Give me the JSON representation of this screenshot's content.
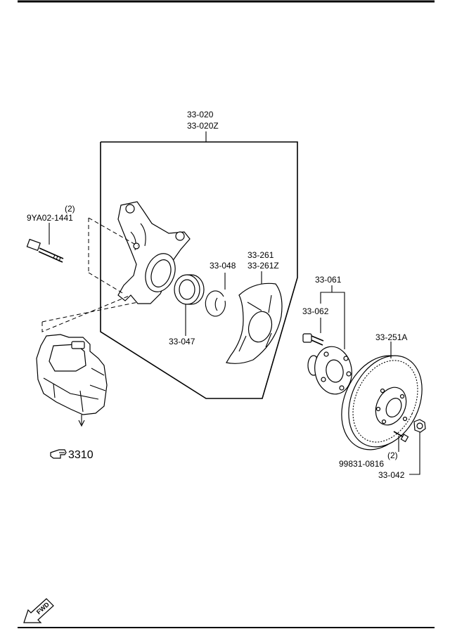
{
  "labels": {
    "knuckle": [
      "33-020",
      "33-020Z"
    ],
    "bolt_qty": "(2)",
    "bolt_part": "9YA02-1441",
    "dust_shield": [
      "33-261",
      "33-261Z"
    ],
    "snap_ring": "33-048",
    "bearing": "33-047",
    "hub_assembly": "33-061",
    "hub_bolt": "33-062",
    "disc": "33-251A",
    "screw_qty": "(2)",
    "screw_part": "99831-0816",
    "nut": "33-042",
    "caliper_ref": "3310",
    "forward": "FWD"
  },
  "icons": {
    "caliper_ref_icon": "pointing-hand-icon",
    "forward_icon": "forward-arrow-icon"
  }
}
